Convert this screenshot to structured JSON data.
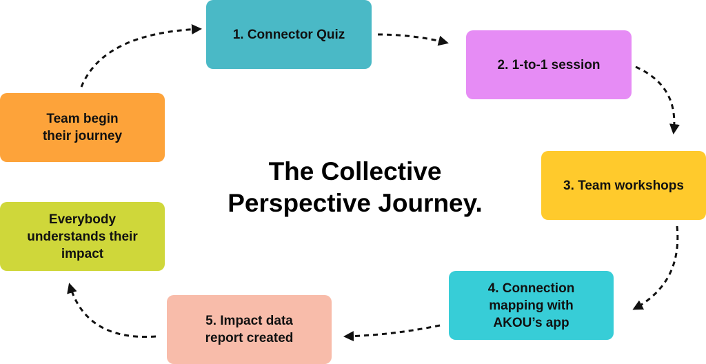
{
  "title": "The Collective\nPerspective Journey.",
  "steps": [
    {
      "label": "1. Connector Quiz",
      "color": "#4ab9c6"
    },
    {
      "label": "2. 1-to-1 session",
      "color": "#e68cf5"
    },
    {
      "label": "3. Team workshops",
      "color": "#ffca2c"
    },
    {
      "label": "4. Connection\nmapping with\nAKOU’s app",
      "color": "#37cdd7"
    },
    {
      "label": "5. Impact data\nreport created",
      "color": "#f8bcaa"
    },
    {
      "label": "Everybody\nunderstands their\nimpact",
      "color": "#cfd73a"
    },
    {
      "label": "Team begin\ntheir journey",
      "color": "#fda33a"
    }
  ],
  "arrow_color": "#111111"
}
